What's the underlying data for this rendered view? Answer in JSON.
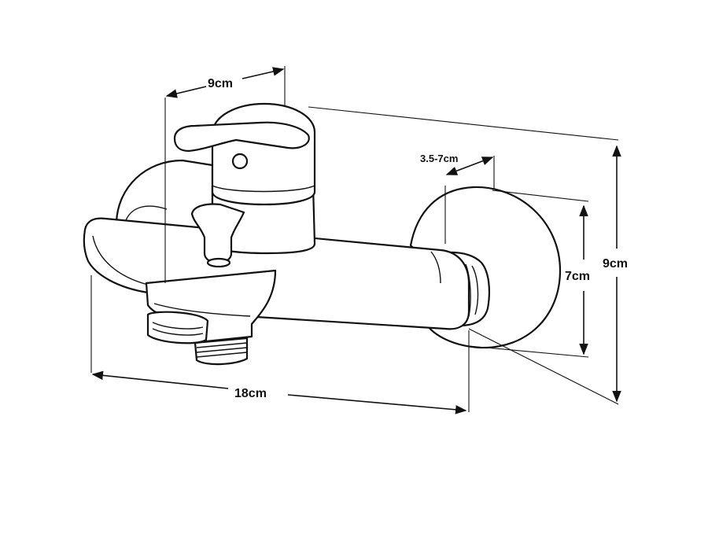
{
  "dimensions": {
    "width_top": "9cm",
    "wall_plate_depth": "3.5-7cm",
    "plate_diameter": "7cm",
    "overall_height": "9cm",
    "overall_length": "18cm"
  },
  "colors": {
    "line": "#111111",
    "background": "#ffffff"
  }
}
